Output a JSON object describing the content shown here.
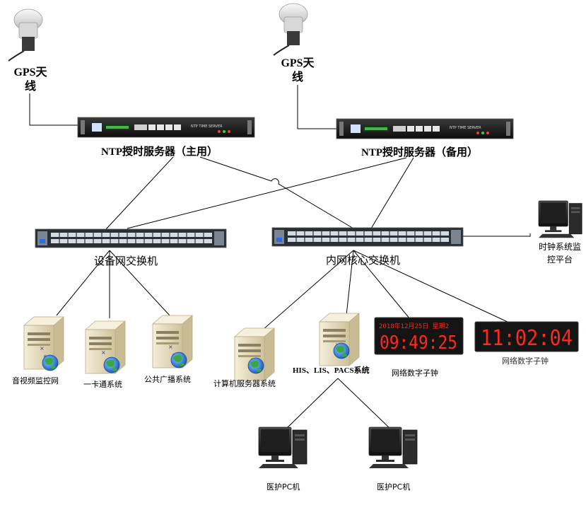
{
  "gps_antennas": [
    {
      "label_line1": "GPS天",
      "label_line2": "线"
    },
    {
      "label_line1": "GPS天",
      "label_line2": "线"
    }
  ],
  "ntp_servers": [
    {
      "label": "NTP授时服务器（主用）",
      "front_text": "NTP TIME SERVER"
    },
    {
      "label": "NTP授时服务器（备用）",
      "front_text": "NTP TIME SERVER"
    }
  ],
  "switches": [
    {
      "label": "设备网交换机"
    },
    {
      "label": "内网核心交换机"
    }
  ],
  "monitor_platform": {
    "line1": "时钟系统监",
    "line2": "控平台"
  },
  "device_servers": [
    {
      "label": "音视频监控网"
    },
    {
      "label": "一卡通系统"
    },
    {
      "label": "公共广播系统"
    }
  ],
  "core_servers": [
    {
      "label": "计算机服务器系统"
    },
    {
      "label": "HIS、LIS、PACS系统"
    }
  ],
  "digital_clocks": [
    {
      "label": "网络数字子钟",
      "date_text": "2018年12月25日 星期2",
      "time_text": "09:49:25"
    },
    {
      "label": "网络数字子钟",
      "time_text": "11:02:04"
    }
  ],
  "pcs": [
    {
      "label": "医护PC机"
    },
    {
      "label": "医护PC机"
    }
  ],
  "colors": {
    "line": "#000000",
    "rack_dark": "#1f1f1f",
    "led_red": "#ff2a1a",
    "server_beige": "#e8dfc4",
    "globe_blue": "#1f6fd1",
    "globe_green": "#3aa845"
  }
}
